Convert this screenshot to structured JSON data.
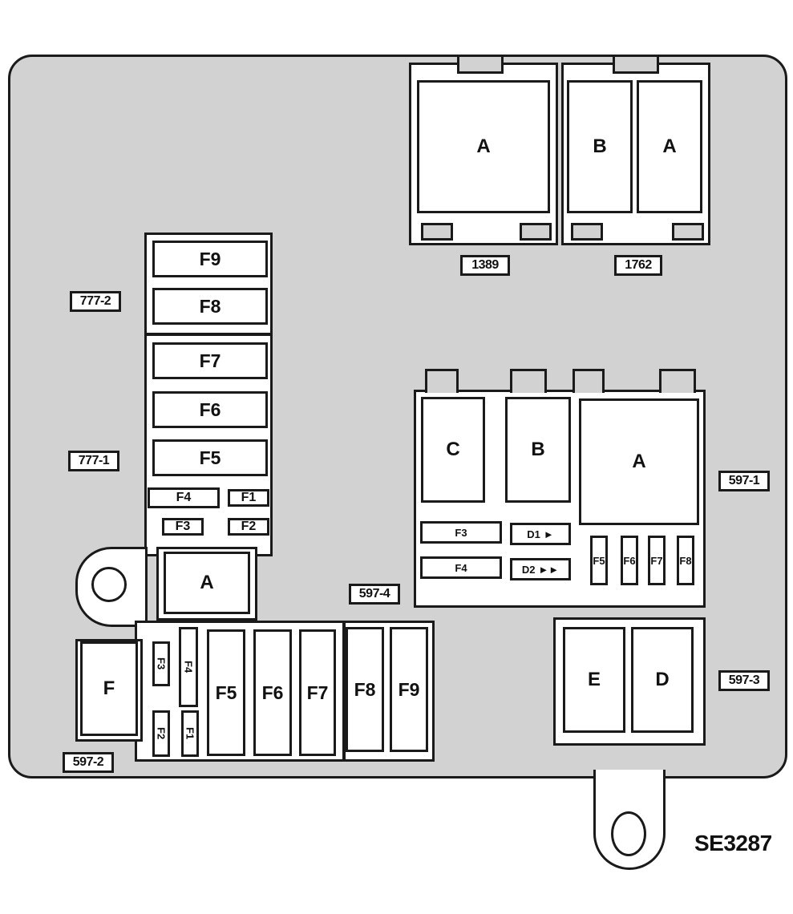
{
  "labels": {
    "tag_777_2": "777-2",
    "tag_777_1": "777-1",
    "tag_1389": "1389",
    "tag_1762": "1762",
    "tag_597_1": "597-1",
    "tag_597_3": "597-3",
    "tag_597_4": "597-4",
    "tag_597_2": "597-2",
    "diagram_code": "SE3287"
  },
  "block_777": {
    "fuses": [
      "F9",
      "F8",
      "F7",
      "F6",
      "F5",
      "F4",
      "F1",
      "F3",
      "F2"
    ],
    "relay": "A"
  },
  "block_1389": {
    "relay": "A"
  },
  "block_1762": {
    "relays": [
      "B",
      "A"
    ]
  },
  "block_597_1": {
    "relays": [
      "C",
      "B",
      "A"
    ],
    "fuses": [
      "F3",
      "F4",
      "F5",
      "F6",
      "F7",
      "F8"
    ],
    "diodes": [
      "D1",
      "D2"
    ]
  },
  "block_597_3": {
    "relays": [
      "E",
      "D"
    ]
  },
  "block_597_2": {
    "relay": "F",
    "mini_fuses": [
      "F3",
      "F4",
      "F2",
      "F1"
    ],
    "fuses": [
      "F5",
      "F6",
      "F7",
      "F8",
      "F9"
    ]
  }
}
